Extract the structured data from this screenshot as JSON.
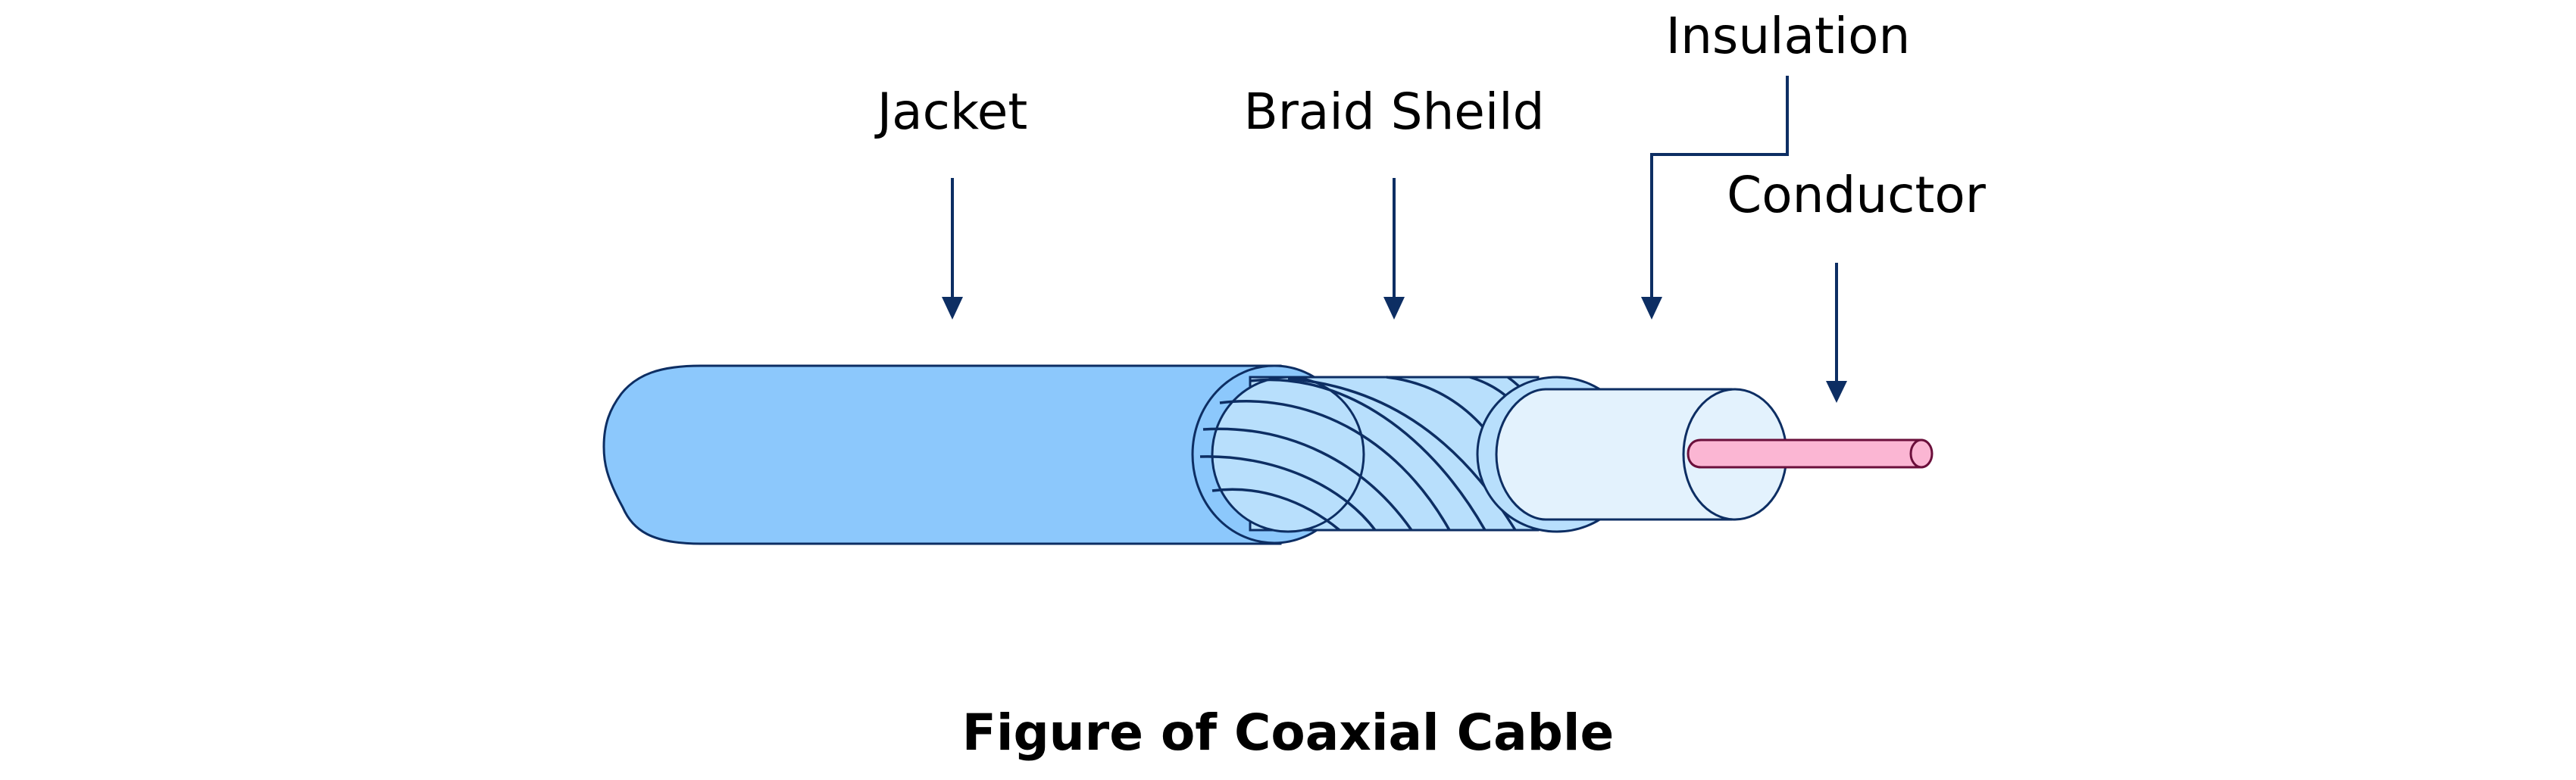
{
  "figure": {
    "title": "Figure of Coaxial Cable",
    "labels": {
      "jacket": "Jacket",
      "braid_shield": "Braid Sheild",
      "insulation": "Insulation",
      "conductor": "Conductor"
    },
    "colors": {
      "jacket": "#8cc8fc",
      "braid": "#b8dffc",
      "insulation": "#e3f2fd",
      "conductor": "#fbb6d3",
      "conductor_outline": "#6b0f3b",
      "outline": "#0d2e63",
      "arrow": "#0d2e63"
    }
  }
}
